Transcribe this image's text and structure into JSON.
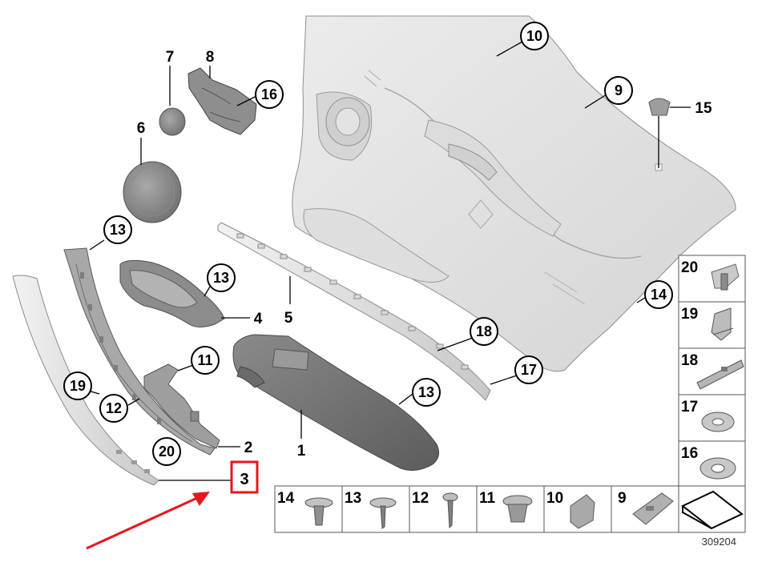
{
  "callouts": {
    "c1": "1",
    "c2": "2",
    "c3": "3",
    "c4": "4",
    "c5": "5",
    "c6": "6",
    "c7": "7",
    "c8": "8",
    "c9": "9",
    "c10": "10",
    "c11": "11",
    "c12": "12",
    "c13a": "13",
    "c13b": "13",
    "c13c": "13",
    "c14": "14",
    "c15": "15",
    "c16": "16",
    "c17": "17",
    "c18": "18",
    "c19": "19",
    "c20": "20"
  },
  "hardware_grid_right": [
    "20",
    "19",
    "18",
    "17",
    "16"
  ],
  "hardware_grid_bottom": [
    "14",
    "13",
    "12",
    "11",
    "10",
    "9"
  ],
  "diagram_number": "309204",
  "colors": {
    "highlight": "#e8151b",
    "arrow": "#e8151b",
    "panel": "#e6e6e6",
    "dark_part": "#7c7c7c"
  }
}
